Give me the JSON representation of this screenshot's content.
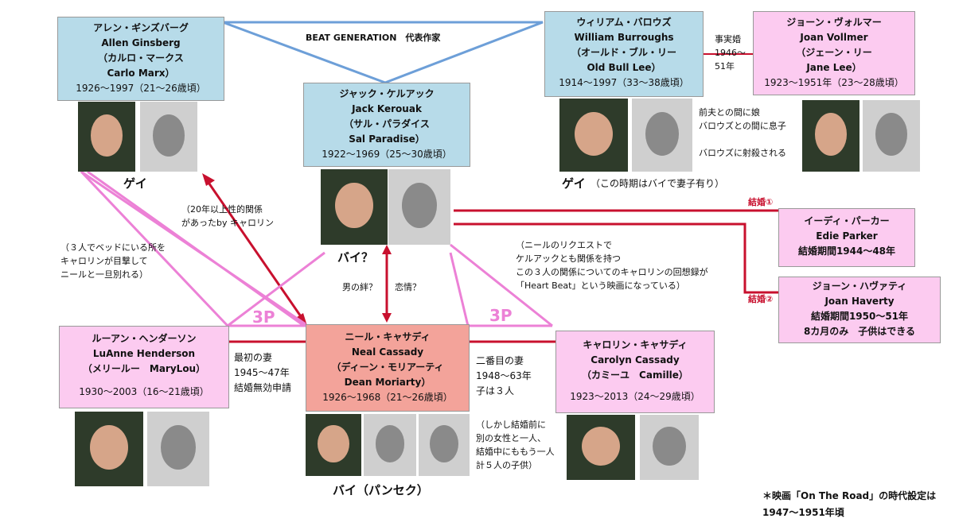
{
  "title": "BEAT GENERATION　代表作家",
  "people": {
    "ginsberg": {
      "jp": "アレン・ギンズバーグ",
      "en": "Allen Ginsberg",
      "role_jp": "（カルロ・マークス",
      "role_en": "Carlo Marx）",
      "years": "1926～1997（21～26歳頃）",
      "tag": "ゲイ"
    },
    "kerouac": {
      "jp": "ジャック・ケルアック",
      "en": "Jack Kerouak",
      "role_jp": "（サル・パラダイス",
      "role_en": "Sal Paradise）",
      "years": "1922～1969（25～30歳頃）",
      "tag": "バイ？"
    },
    "burroughs": {
      "jp": "ウィリアム・バロウズ",
      "en": "William Burroughs",
      "role_jp": "（オールド・ブル・リー",
      "role_en": "Old Bull Lee）",
      "years": "1914～1997（33～38歳頃）",
      "tag": "ゲイ",
      "tag_note": "（この時期はバイで妻子有り）"
    },
    "vollmer": {
      "jp": "ジョーン・ヴォルマー",
      "en": "Joan Vollmer",
      "role_jp": "（ジェーン・リー",
      "role_en": "Jane Lee）",
      "years": "1923～1951年（23～28歳頃）"
    },
    "parker": {
      "jp": "イーディ・パーカー",
      "en": "Edie Parker",
      "period": "結婚期間1944～48年"
    },
    "haverty": {
      "jp": "ジョーン・ハヴァティ",
      "en": "Joan Haverty",
      "period": "結婚期間1950～51年",
      "note": "8カ月のみ　子供はできる"
    },
    "henderson": {
      "jp": "ルーアン・ヘンダーソン",
      "en": "LuAnne Henderson",
      "role": "（メリールー　MaryLou）",
      "years": "1930～2003（16～21歳頃）"
    },
    "cassady": {
      "jp": "ニール・キャサディ",
      "en": "Neal Cassady",
      "role_jp": "（ディーン・モリアーティ",
      "role_en": "Dean Moriarty）",
      "years": "1926～1968（21～26歳頃）",
      "tag": "バイ（パンセク）"
    },
    "carolyn": {
      "jp": "キャロリン・キャサディ",
      "en": "Carolyn Cassady",
      "role": "（カミーユ　Camille）",
      "years": "1923～2013（24～29歳頃）"
    }
  },
  "notes": {
    "common_law": [
      "事実婚",
      "1946～",
      "51年"
    ],
    "vollmer_notes": [
      "前夫との間に娘",
      "バロウズとの間に息子",
      "バロウズに射殺される"
    ],
    "ginsberg_cassady": [
      "（20年以上性的関係",
      "があったby キャロリン"
    ],
    "threesome_lu": [
      "（３人でベッドにいる所を",
      "キャロリンが目撃して",
      "ニールと一旦別れる）"
    ],
    "bond": "男の絆？",
    "love": "恋情？",
    "carolyn_kerouac": [
      "（ニールのリクエストで",
      "ケルアックとも関係を持つ",
      "この３人の関係についてのキャロリンの回想録が",
      "「Heart Beat」という映画になっている）"
    ],
    "first_wife": [
      "最初の妻",
      "1945～47年",
      "結婚無効申請"
    ],
    "second_wife": [
      "二番目の妻",
      "1948～63年",
      "子は３人"
    ],
    "other_children": [
      "（しかし結婚前に",
      "別の女性と一人、",
      "結婚中にももう一人",
      "計５人の子供）"
    ],
    "marriage1": "結婚①",
    "marriage2": "結婚②",
    "threesome": "3P"
  },
  "footnote": [
    "＊映画「On The Road」の時代設定は",
    "1947～1951年頃"
  ],
  "colors": {
    "blue_box": "#b7dbe9",
    "pink_box": "#fccbf0",
    "salmon_box": "#f3a39a",
    "beat_line": "#6d9fd8",
    "red_line": "#c8102e",
    "pink_line": "#ec81d6"
  },
  "photo_icons": [
    "ginsberg-actor-photo",
    "ginsberg-real-photo",
    "kerouac-actor-photo",
    "kerouac-real-photo",
    "burroughs-actor-photo",
    "burroughs-real-photo",
    "vollmer-actor-photo",
    "vollmer-real-photo",
    "henderson-actor-photo",
    "henderson-real-photo",
    "cassady-actor-photo",
    "cassady-real-photo-1",
    "cassady-real-photo-2",
    "carolyn-actor-photo",
    "carolyn-real-photo"
  ]
}
